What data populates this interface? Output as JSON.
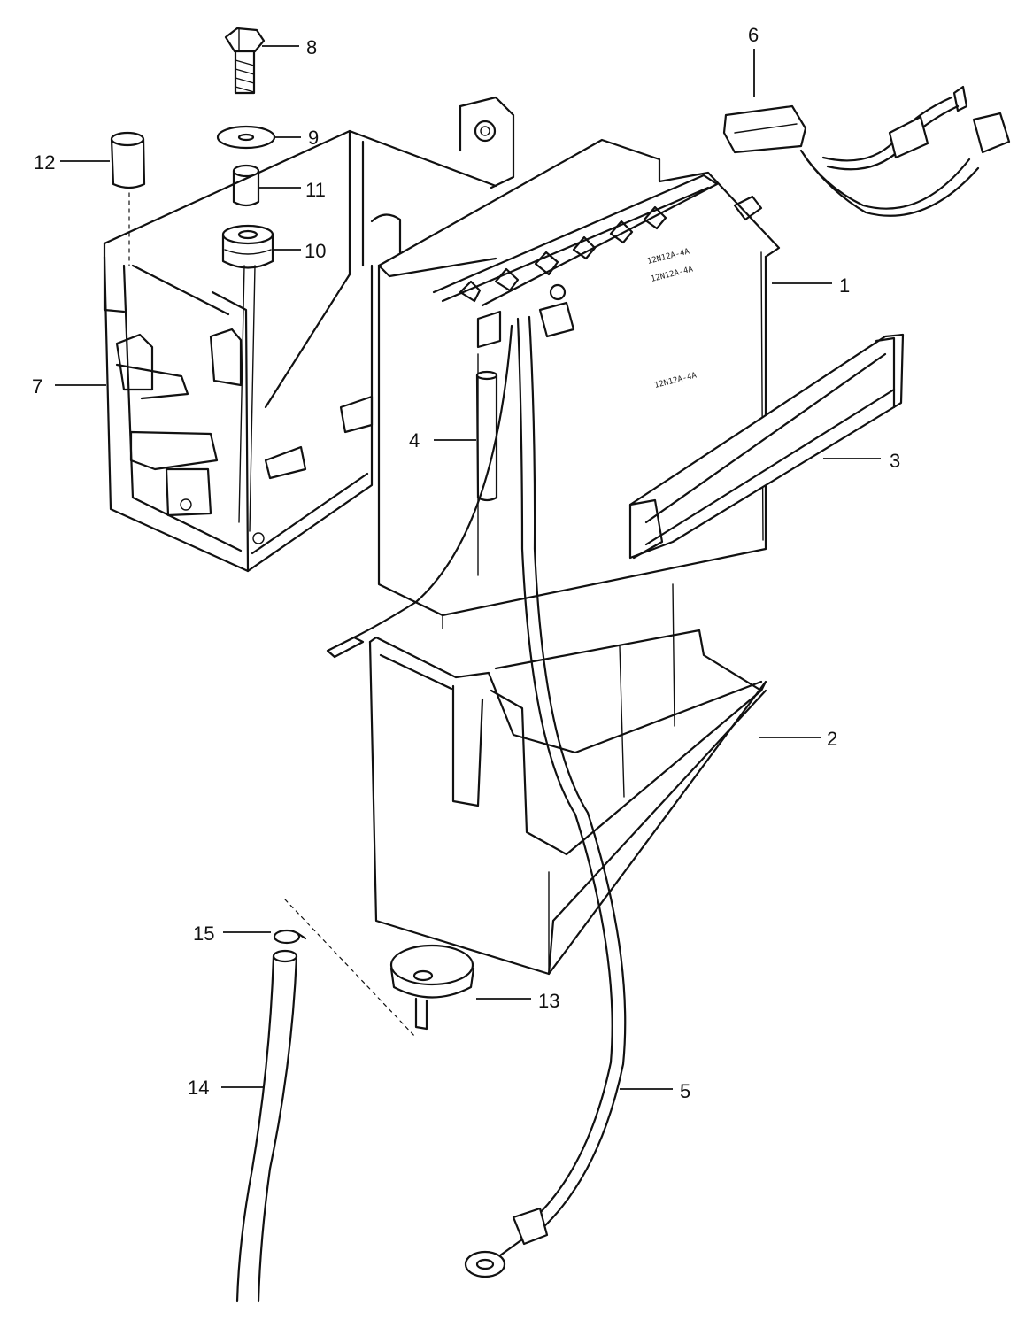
{
  "diagram": {
    "type": "exploded-parts-diagram",
    "stroke_color": "#111111",
    "background": "#ffffff",
    "callouts": [
      {
        "id": "1",
        "label": "1"
      },
      {
        "id": "2",
        "label": "2"
      },
      {
        "id": "3",
        "label": "3"
      },
      {
        "id": "4",
        "label": "4"
      },
      {
        "id": "5",
        "label": "5"
      },
      {
        "id": "6",
        "label": "6"
      },
      {
        "id": "7",
        "label": "7"
      },
      {
        "id": "8",
        "label": "8"
      },
      {
        "id": "9",
        "label": "9"
      },
      {
        "id": "10",
        "label": "10"
      },
      {
        "id": "11",
        "label": "11"
      },
      {
        "id": "12",
        "label": "12"
      },
      {
        "id": "13",
        "label": "13"
      },
      {
        "id": "14",
        "label": "14"
      },
      {
        "id": "15",
        "label": "15"
      }
    ]
  }
}
